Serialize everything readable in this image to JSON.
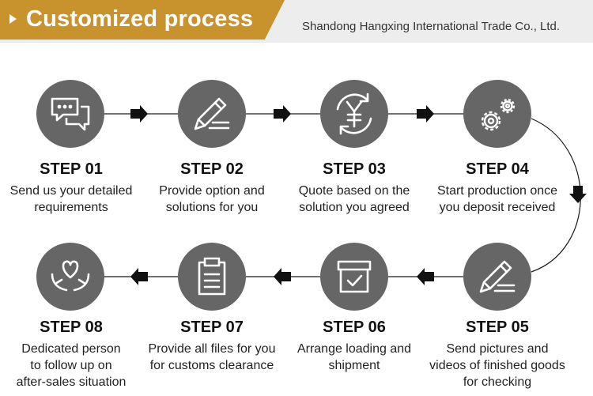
{
  "header": {
    "title": "Customized process",
    "company": "Shandong Hangxing International Trade Co., Ltd."
  },
  "colors": {
    "banner": "#c8922d",
    "circle": "#666666",
    "line": "#1a1a1a"
  },
  "steps": [
    {
      "title": "STEP 01",
      "line1": "Send us your detailed",
      "line2": "requirements",
      "line3": "",
      "icon": "chat-bubbles-icon"
    },
    {
      "title": "STEP 02",
      "line1": "Provide option and",
      "line2": "solutions for you",
      "line3": "",
      "icon": "pencil-icon"
    },
    {
      "title": "STEP 03",
      "line1": "Quote based on the",
      "line2": "solution you agreed",
      "line3": "",
      "icon": "yen-cycle-icon"
    },
    {
      "title": "STEP 04",
      "line1": "Start production once",
      "line2": "you deposit received",
      "line3": "",
      "icon": "gears-icon"
    },
    {
      "title": "STEP 05",
      "line1": "Send pictures and",
      "line2": "videos of finished goods",
      "line3": "for checking",
      "icon": "pencil-icon"
    },
    {
      "title": "STEP 06",
      "line1": "Arrange loading and",
      "line2": "shipment",
      "line3": "",
      "icon": "box-check-icon"
    },
    {
      "title": "STEP 07",
      "line1": "Provide all files for you",
      "line2": "for customs clearance",
      "line3": "",
      "icon": "clipboard-icon"
    },
    {
      "title": "STEP 08",
      "line1": "Dedicated person",
      "line2": "to follow up on",
      "line3": "after-sales situation",
      "icon": "heart-hands-icon"
    }
  ]
}
